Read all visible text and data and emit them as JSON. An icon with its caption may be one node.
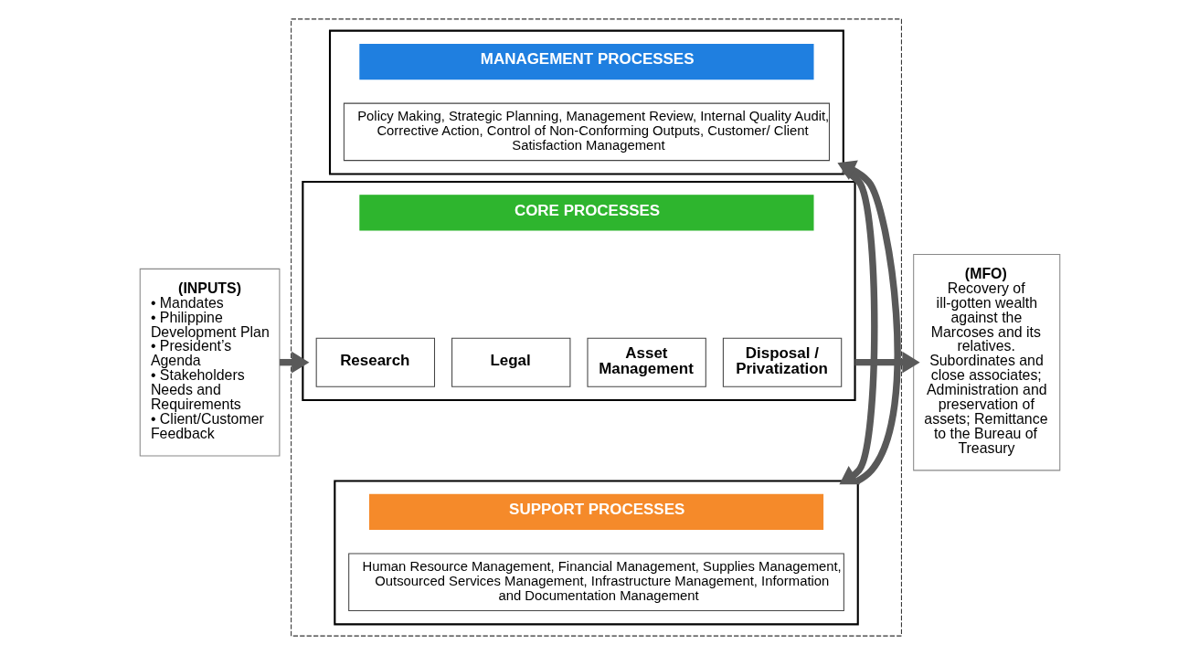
{
  "diagram": {
    "nodes": [
      {
        "text": [],
        "shape": "box"
      },
      {
        "text": [],
        "shape": "box",
        "in": 0
      },
      {
        "text": [
          "MANAGEMENT PROCESSES"
        ],
        "in": 1
      },
      {
        "text": [
          "Policy Making, Strategic Planning, Management Review, Internal Quality Audit, Corrective Action, Control of Non-Conforming Outputs, Customer/ Client Satisfaction Management"
        ],
        "in": 1
      },
      {
        "text": [],
        "shape": "box",
        "in": 0
      },
      {
        "text": [
          "CORE PROCESSES"
        ],
        "in": 4
      },
      {
        "text": [
          "Research"
        ],
        "in": 4
      },
      {
        "text": [
          "Legal"
        ],
        "in": 4
      },
      {
        "text": [
          "Asset Management"
        ],
        "in": 4
      },
      {
        "text": [
          "Disposal / Privatization"
        ],
        "in": 4
      },
      {
        "text": [],
        "shape": "box",
        "in": 0
      },
      {
        "text": [
          "SUPPORT PROCESSES"
        ],
        "in": 10
      },
      {
        "text": [
          "Human Resource Management, Financial Management, Supplies Management, Outsourced Services Management, Infrastructure Management, Information and Documentation Management"
        ],
        "in": 10
      },
      {
        "text": [
          "(INPUTS)",
          "• Mandates",
          "• Philippine Development Plan",
          "• President’s Agenda",
          "• Stakeholders Needs and Requirements",
          "• Client/Customer Feedback"
        ]
      },
      {
        "text": [
          "(MFO)",
          "Recovery of ill-gotten wealth against the Marcoses and its relatives. Subordinates and close associates; Administration and preservation of assets; Remittance to the Bureau of Treasury"
        ]
      }
    ],
    "edges": [
      {
        "from": 13,
        "to": 4,
        "arrow": "to"
      },
      {
        "from": 4,
        "to": 14,
        "arrow": "to"
      },
      {
        "from": 1,
        "to": 10,
        "arrow": "to"
      },
      {
        "from": 10,
        "to": 1,
        "arrow": "to"
      }
    ]
  }
}
